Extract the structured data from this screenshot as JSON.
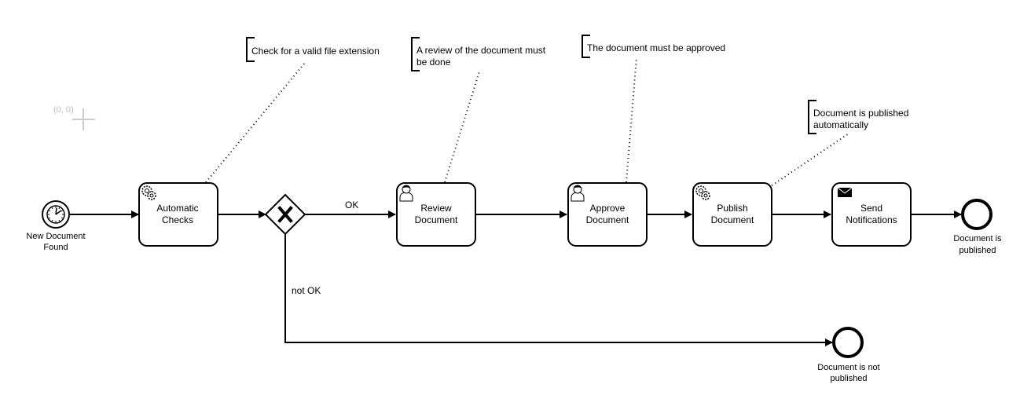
{
  "origin": {
    "label": "(0, 0)"
  },
  "start_event": {
    "label_lines": [
      "New Document",
      "Found"
    ],
    "icon": "timer-icon"
  },
  "tasks": {
    "automatic_checks": {
      "label_lines": [
        "Automatic",
        "Checks"
      ],
      "icon": "gear-icon"
    },
    "review_document": {
      "label_lines": [
        "Review",
        "Document"
      ],
      "icon": "user-icon"
    },
    "approve_document": {
      "label_lines": [
        "Approve",
        "Document"
      ],
      "icon": "user-icon"
    },
    "publish_document": {
      "label_lines": [
        "Publish",
        "Document"
      ],
      "icon": "gear-icon"
    },
    "send_notifications": {
      "label_lines": [
        "Send",
        "Notifications"
      ],
      "icon": "envelope-icon"
    }
  },
  "gateway": {
    "type": "exclusive",
    "icon": "x-icon"
  },
  "flows": {
    "ok_label": "OK",
    "not_ok_label": "not OK"
  },
  "end_events": {
    "published": {
      "label_lines": [
        "Document is",
        "published"
      ]
    },
    "not_published": {
      "label_lines": [
        "Document is not",
        "published"
      ]
    }
  },
  "annotations": {
    "check_extension": {
      "lines": [
        "Check for a valid file extension"
      ]
    },
    "review": {
      "lines": [
        "A review of the document must",
        "be done"
      ]
    },
    "approved": {
      "lines": [
        "The document must be approved"
      ]
    },
    "published_auto": {
      "lines": [
        "Document is published",
        "automatically"
      ]
    }
  }
}
